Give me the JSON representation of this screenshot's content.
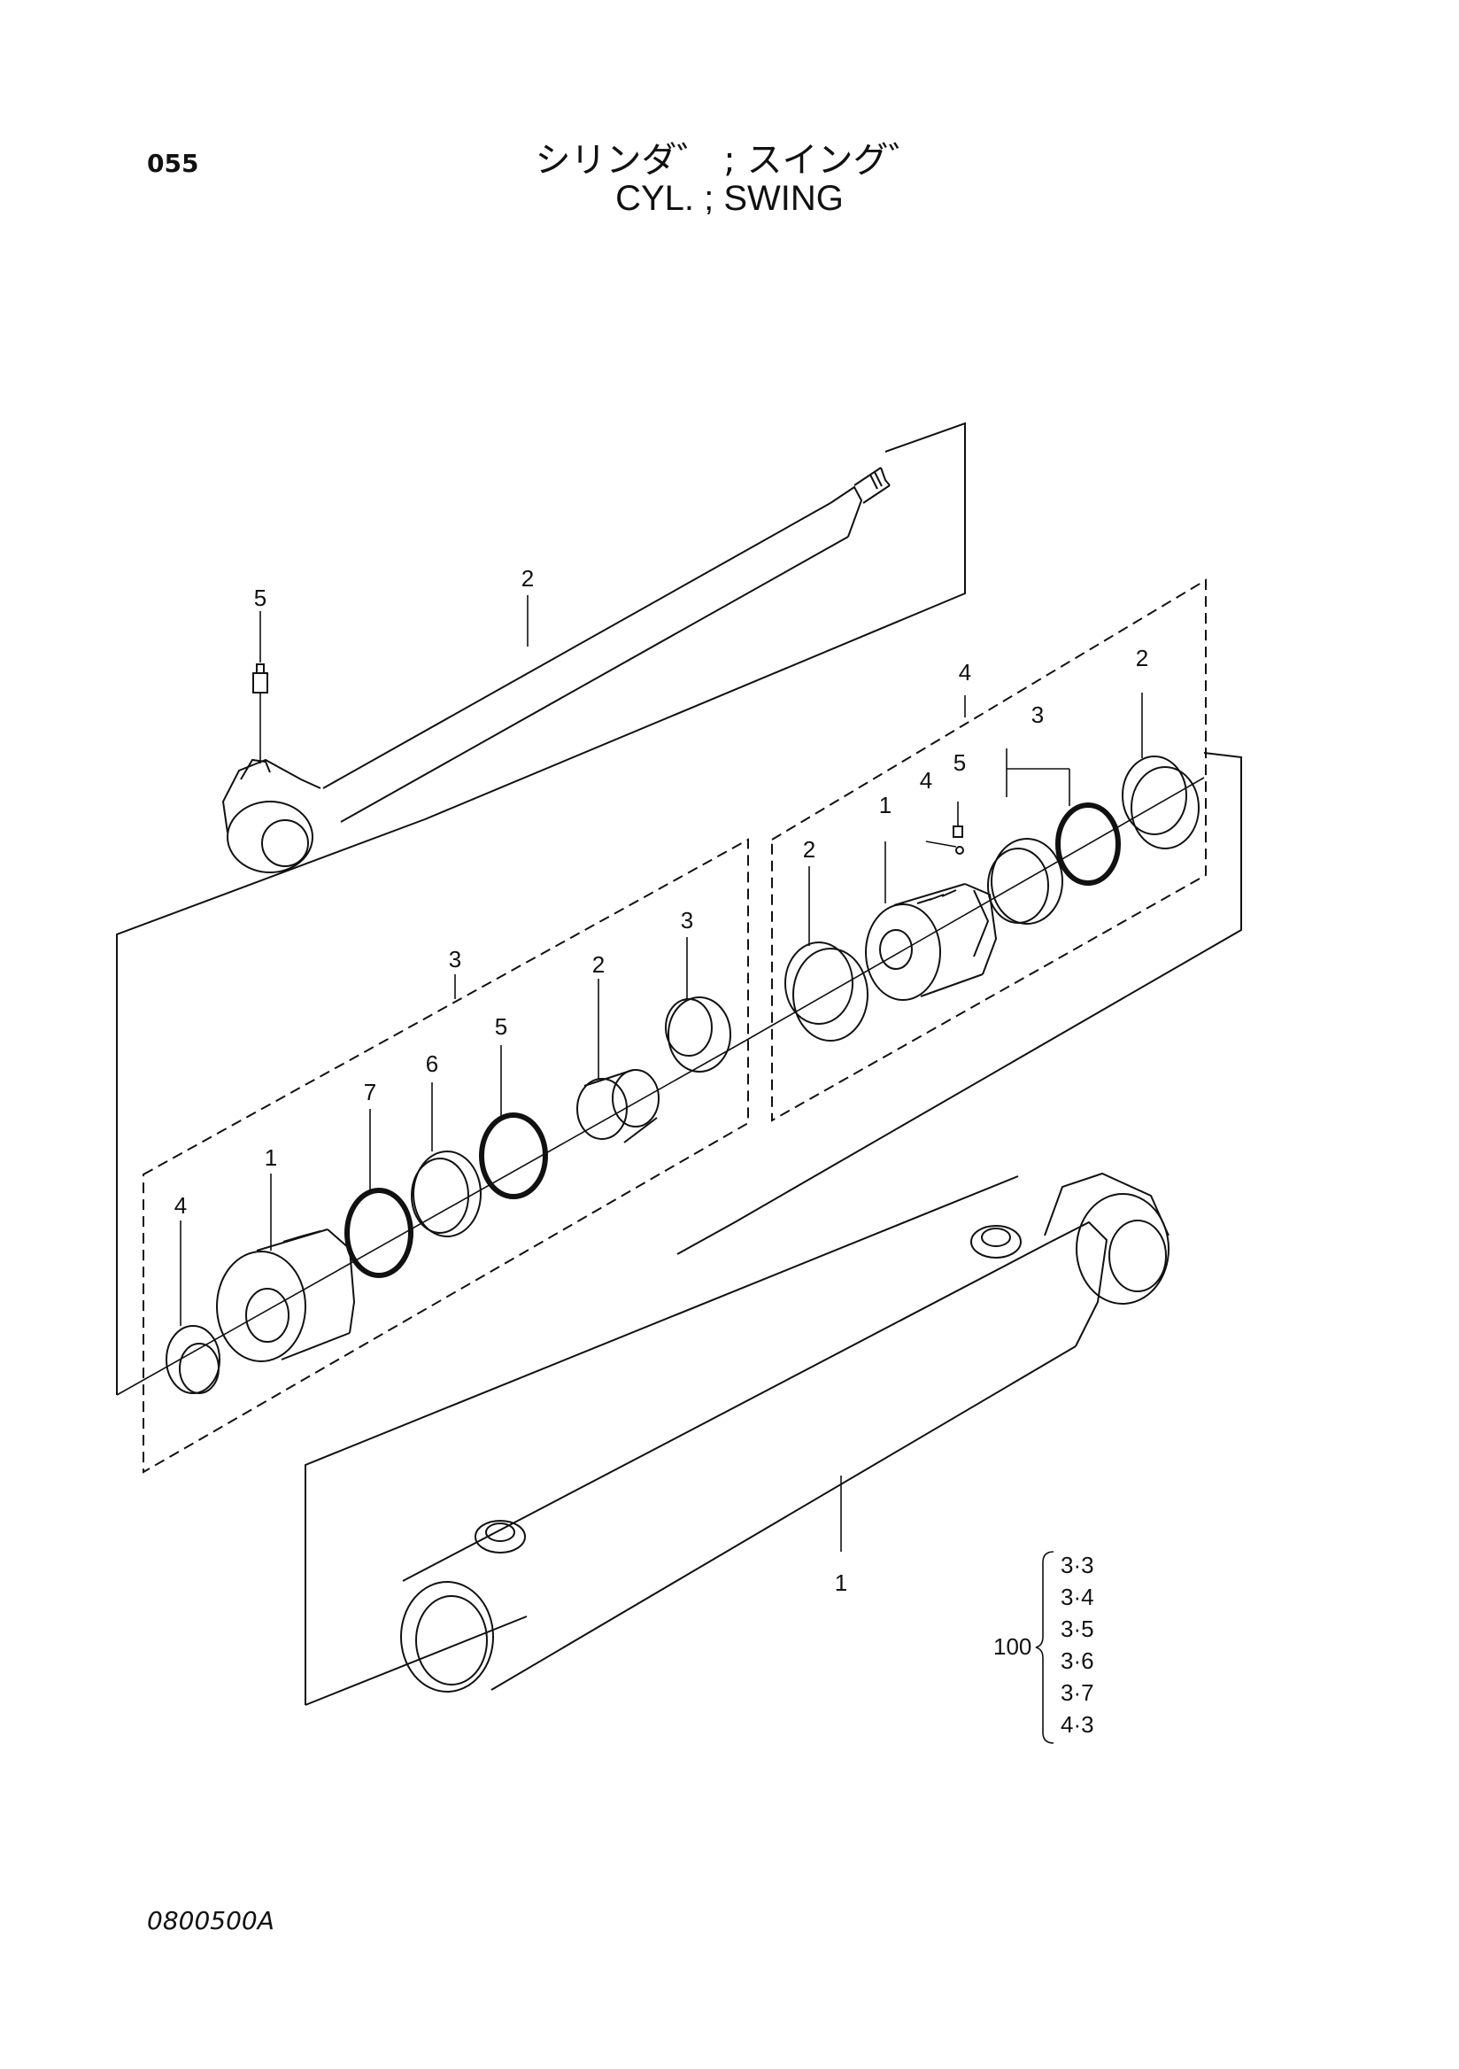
{
  "header": {
    "page_code": "055",
    "title_jp": "シリンダ゛ ; スイング゛",
    "title_en": "CYL. ; SWING"
  },
  "callouts": {
    "rod": "2",
    "rod_grease_nipple": "5",
    "piston_kit": "4",
    "piston_kit_seal_set": "3",
    "piston_kit_wear_ring_right": "2",
    "piston_kit_piston": "1",
    "piston_kit_steel_ball": "4",
    "piston_kit_set_screw": "5",
    "piston_kit_wear_ring_left": "2",
    "head_kit": "3",
    "head_kit_dust_seal_right": "3",
    "head_kit_bushing": "2",
    "head_kit_oring_5": "5",
    "head_kit_backup_ring_6": "6",
    "head_kit_oring_7": "7",
    "head_kit_cylinder_head": "1",
    "head_kit_dust_seal_left": "4",
    "cylinder_tube": "1"
  },
  "applicability": {
    "prefix": "100",
    "models": [
      "3·3",
      "3·4",
      "3·5",
      "3·6",
      "3·7",
      "4·3"
    ]
  },
  "footer": {
    "drawing_number": "0800500A"
  }
}
